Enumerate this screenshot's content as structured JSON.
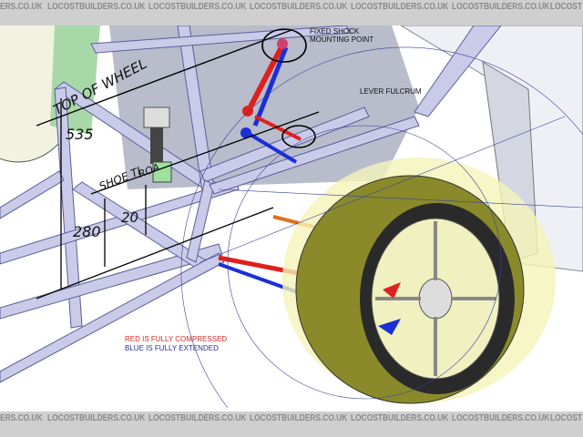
{
  "watermark": {
    "text": "LOCOSTBUILDERS.CO.UK",
    "partial_start": "ERS.CO.UK",
    "partial_end": "LOCOST"
  },
  "annotations": {
    "fixed_shock_line1": "FIXED SHOCK",
    "fixed_shock_line2": "MOUNTING POINT",
    "lever_fulcrum": "LEVER FULCRUM"
  },
  "handwritten": {
    "top_of_wheel": "TOP OF WHEEL",
    "dim_535": "535",
    "shock_label": "SHOE TI",
    "road_label": "ROA",
    "dim_280": "280",
    "dim_20": "20"
  },
  "legend": {
    "red_text": "RED IS FULLY COMPRESSED",
    "blue_text": "BLUE IS FULLY EXTENDED"
  },
  "colors": {
    "compressed": "#e0201c",
    "extended": "#1a2fd6",
    "frame": "#c9cbe8",
    "tyre": "#8a8a2a",
    "band": "#cfcfcf"
  }
}
